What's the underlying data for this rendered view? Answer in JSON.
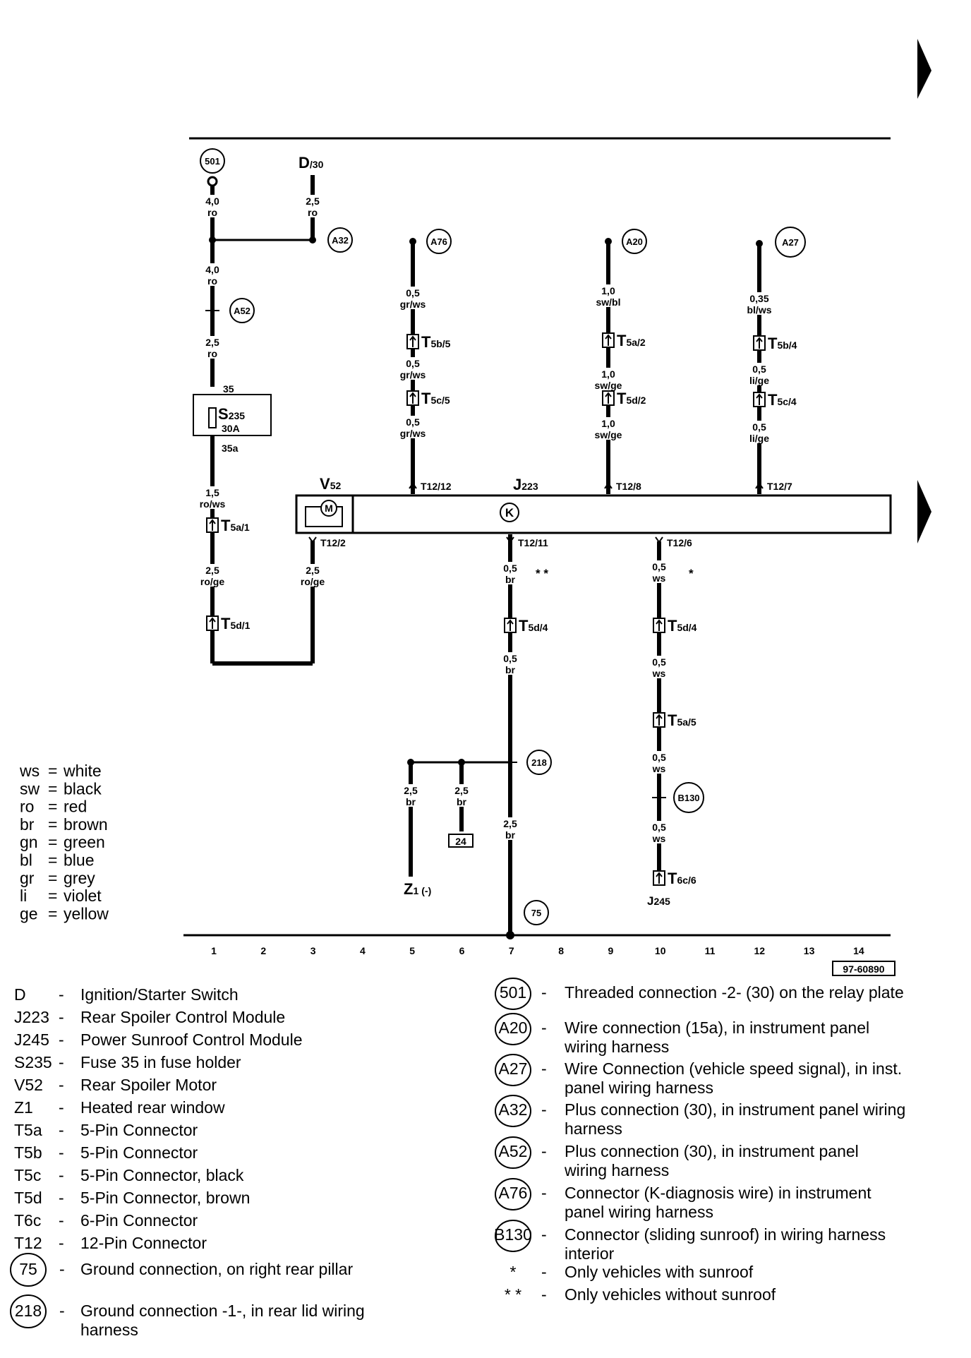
{
  "figure_id": "97-60890",
  "color_legend": [
    {
      "code": "ws",
      "meaning": "white"
    },
    {
      "code": "sw",
      "meaning": "black"
    },
    {
      "code": "ro",
      "meaning": "red"
    },
    {
      "code": "br",
      "meaning": "brown"
    },
    {
      "code": "gn",
      "meaning": "green"
    },
    {
      "code": "bl",
      "meaning": "blue"
    },
    {
      "code": "gr",
      "meaning": "grey"
    },
    {
      "code": "li",
      "meaning": "violet"
    },
    {
      "code": "ge",
      "meaning": "yellow"
    }
  ],
  "track_numbers": [
    "1",
    "2",
    "3",
    "4",
    "5",
    "6",
    "7",
    "8",
    "9",
    "10",
    "11",
    "12",
    "13",
    "14"
  ],
  "components": {
    "ignition_switch": {
      "letter": "D",
      "sub": "/30"
    },
    "fuse": {
      "letter": "S",
      "sub": "235",
      "rating": "30A",
      "pin_in": "35",
      "pin_out": "35a"
    },
    "motor": {
      "letter": "V",
      "sub": "52",
      "symbol": "M"
    },
    "control_module": {
      "letter": "J",
      "sub": "223",
      "symbol": "K"
    },
    "heated_window": {
      "letter": "Z",
      "sub": "1",
      "suffix": "(-)"
    },
    "sunroof_module": {
      "letter": "J",
      "sub": "245"
    },
    "relay_ref": "24"
  },
  "bubbles": {
    "b501": "501",
    "a32": "A32",
    "a52": "A52",
    "a76": "A76",
    "a20": "A20",
    "a27": "A27",
    "g218": "218",
    "b130": "B130",
    "g75": "75"
  },
  "wire_labels": [
    {
      "size": "4,0",
      "color": "ro"
    },
    {
      "size": "2,5",
      "color": "ro"
    },
    {
      "size": "4,0",
      "color": "ro"
    },
    {
      "size": "2,5",
      "color": "ro"
    },
    {
      "size": "1,5",
      "color": "ro/ws"
    },
    {
      "size": "2,5",
      "color": "ro/ge"
    },
    {
      "size": "2,5",
      "color": "ro/ge"
    },
    {
      "size": "0,5",
      "color": "gr/ws"
    },
    {
      "size": "0,5",
      "color": "gr/ws"
    },
    {
      "size": "0,5",
      "color": "gr/ws"
    },
    {
      "size": "1,0",
      "color": "sw/bl"
    },
    {
      "size": "1,0",
      "color": "sw/ge"
    },
    {
      "size": "1,0",
      "color": "sw/ge"
    },
    {
      "size": "0,35",
      "color": "bl/ws"
    },
    {
      "size": "0,5",
      "color": "li/ge"
    },
    {
      "size": "0,5",
      "color": "li/ge"
    },
    {
      "size": "0,5",
      "color": "br"
    },
    {
      "size": "0,5",
      "color": "br"
    },
    {
      "size": "2,5",
      "color": "br"
    },
    {
      "size": "2,5",
      "color": "br"
    },
    {
      "size": "2,5",
      "color": "br"
    },
    {
      "size": "0,5",
      "color": "ws"
    },
    {
      "size": "0,5",
      "color": "ws"
    },
    {
      "size": "0,5",
      "color": "ws"
    },
    {
      "size": "0,5",
      "color": "ws"
    },
    {
      "size": "0,5",
      "color": "ws"
    }
  ],
  "connectors": [
    {
      "letter": "T",
      "sub": "5a/1"
    },
    {
      "letter": "T",
      "sub": "5d/1"
    },
    {
      "letter": "T",
      "sub": "5b/5"
    },
    {
      "letter": "T",
      "sub": "5c/5"
    },
    {
      "letter": "T",
      "sub": "5a/2"
    },
    {
      "letter": "T",
      "sub": "5d/2"
    },
    {
      "letter": "T",
      "sub": "5b/4"
    },
    {
      "letter": "T",
      "sub": "5c/4"
    },
    {
      "letter": "T",
      "sub": "5d/4"
    },
    {
      "letter": "T",
      "sub": "5d/4"
    },
    {
      "letter": "T",
      "sub": "5a/5"
    },
    {
      "letter": "T",
      "sub": "6c/6"
    }
  ],
  "pins": [
    "T12/12",
    "T12/8",
    "T12/7",
    "T12/2",
    "T12/11",
    "T12/6"
  ],
  "marks": {
    "double": "* *",
    "single": "*"
  },
  "legend_left": [
    {
      "code": "D",
      "desc": "Ignition/Starter Switch"
    },
    {
      "code": "J223",
      "desc": "Rear Spoiler Control Module"
    },
    {
      "code": "J245",
      "desc": "Power Sunroof Control Module"
    },
    {
      "code": "S235",
      "desc": "Fuse 35 in fuse holder"
    },
    {
      "code": "V52",
      "desc": "Rear Spoiler Motor"
    },
    {
      "code": "Z1",
      "desc": "Heated rear window"
    },
    {
      "code": "T5a",
      "desc": "5-Pin Connector"
    },
    {
      "code": "T5b",
      "desc": "5-Pin Connector"
    },
    {
      "code": "T5c",
      "desc": "5-Pin Connector, black"
    },
    {
      "code": "T5d",
      "desc": "5-Pin Connector, brown"
    },
    {
      "code": "T6c",
      "desc": "6-Pin Connector"
    },
    {
      "code": "T12",
      "desc": "12-Pin Connector"
    }
  ],
  "legend_left_circles": [
    {
      "code": "75",
      "lines": [
        "Ground connection, on right rear pillar"
      ]
    },
    {
      "code": "218",
      "lines": [
        "Ground connection -1-, in rear lid wiring",
        "harness"
      ]
    }
  ],
  "legend_right": [
    {
      "code": "501",
      "lines": [
        "Threaded connection -2- (30) on the relay plate"
      ]
    },
    {
      "code": "A20",
      "lines": [
        "Wire connection (15a), in instrument panel",
        "wiring harness"
      ]
    },
    {
      "code": "A27",
      "lines": [
        "Wire Connection (vehicle speed signal), in inst.",
        "panel wiring harness"
      ]
    },
    {
      "code": "A32",
      "lines": [
        "Plus connection (30), in instrument panel wiring",
        "harness"
      ]
    },
    {
      "code": "A52",
      "lines": [
        "Plus connection (30), in instrument panel",
        "wiring harness"
      ]
    },
    {
      "code": "A76",
      "lines": [
        "Connector (K-diagnosis wire) in instrument",
        "panel wiring harness"
      ]
    },
    {
      "code": "B130",
      "lines": [
        "Connector (sliding sunroof) in wiring harness",
        "interior"
      ]
    }
  ],
  "legend_notes": [
    {
      "code": "*",
      "desc": "Only vehicles with sunroof"
    },
    {
      "code": "* *",
      "desc": "Only vehicles without sunroof"
    }
  ]
}
